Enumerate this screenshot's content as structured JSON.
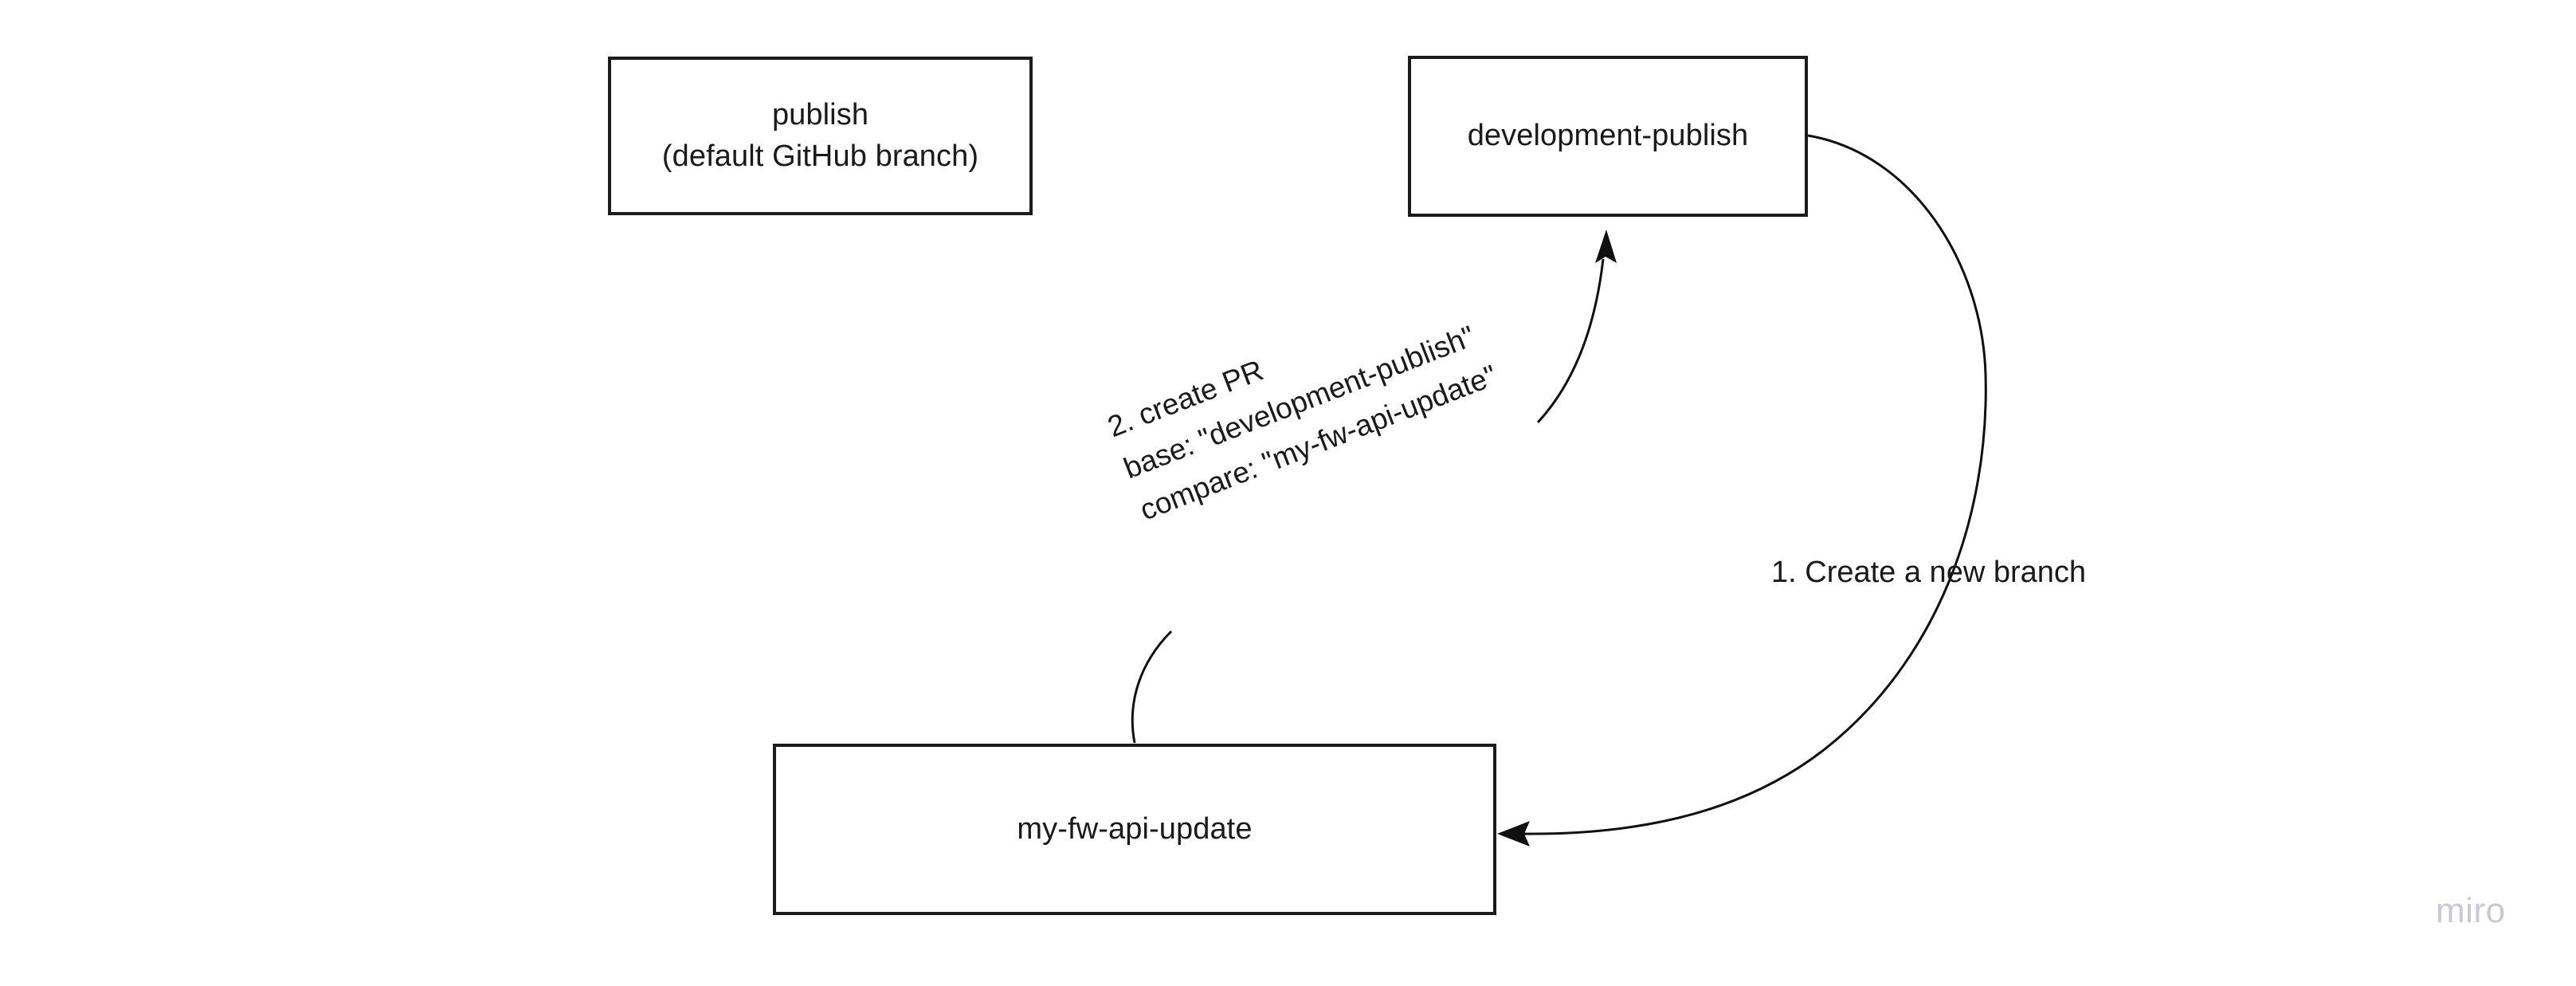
{
  "canvas": {
    "background": "#ffffff",
    "stroke_color": "#101010",
    "text_color": "#1a1a1a",
    "watermark": "miro",
    "watermark_color": "#c9c9d6"
  },
  "nodes": [
    {
      "id": "publish",
      "label": "publish\n(default GitHub branch)",
      "line1": "publish",
      "line2": "(default GitHub branch)"
    },
    {
      "id": "development-publish",
      "label": "development-publish"
    },
    {
      "id": "my-fw-api-update",
      "label": "my-fw-api-update"
    }
  ],
  "edges": [
    {
      "id": "create-branch",
      "from": "development-publish",
      "to": "my-fw-api-update",
      "label": "1. Create a new branch"
    },
    {
      "id": "create-pr",
      "from": "my-fw-api-update",
      "to": "development-publish",
      "label": "2. create PR\nbase: \"development-publish\"\ncompare: \"my-fw-api-update\"",
      "line1": "2. create PR",
      "line2": "base: \"development-publish\"",
      "line3": "compare: \"my-fw-api-update\""
    }
  ]
}
